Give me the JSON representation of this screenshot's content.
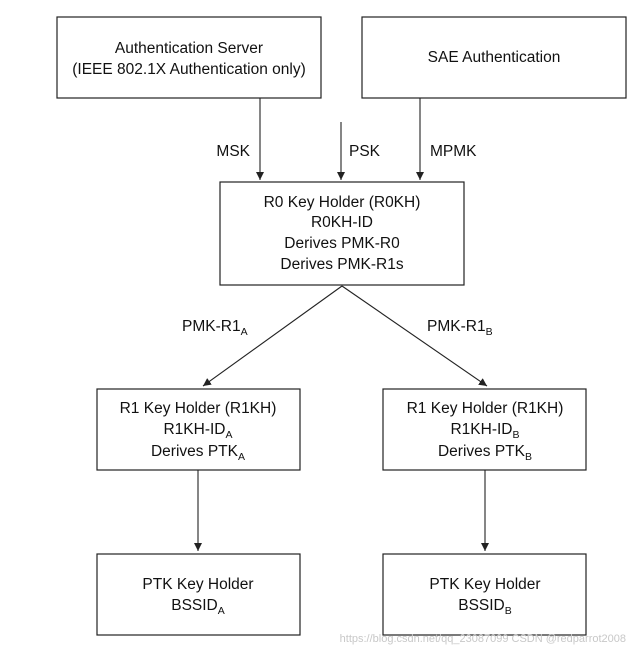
{
  "nodes": {
    "auth_server": {
      "line1": "Authentication Server",
      "line2": "(IEEE 802.1X Authentication only)"
    },
    "sae": {
      "line1": "SAE Authentication"
    },
    "r0kh": {
      "line1": "R0 Key Holder (R0KH)",
      "line2": "R0KH-ID",
      "line3": "Derives PMK-R0",
      "line4": "Derives PMK-R1s"
    },
    "r1kh_a": {
      "line1": "R1 Key Holder (R1KH)",
      "line2_main": "R1KH-ID",
      "line2_sub": "A",
      "line3_main": "Derives PTK",
      "line3_sub": "A"
    },
    "r1kh_b": {
      "line1": "R1 Key Holder (R1KH)",
      "line2_main": "R1KH-ID",
      "line2_sub": "B",
      "line3_main": "Derives PTK",
      "line3_sub": "B"
    },
    "ptk_a": {
      "line1": "PTK Key Holder",
      "line2_main": "BSSID",
      "line2_sub": "A"
    },
    "ptk_b": {
      "line1": "PTK Key Holder",
      "line2_main": "BSSID",
      "line2_sub": "B"
    }
  },
  "edges": {
    "msk": "MSK",
    "psk": "PSK",
    "mpmk": "MPMK",
    "pmk_r1a_main": "PMK-R1",
    "pmk_r1a_sub": "A",
    "pmk_r1b_main": "PMK-R1",
    "pmk_r1b_sub": "B"
  },
  "watermark": "https://blog.csdn.net/qq_23087099 CSDN @redparrot2008"
}
